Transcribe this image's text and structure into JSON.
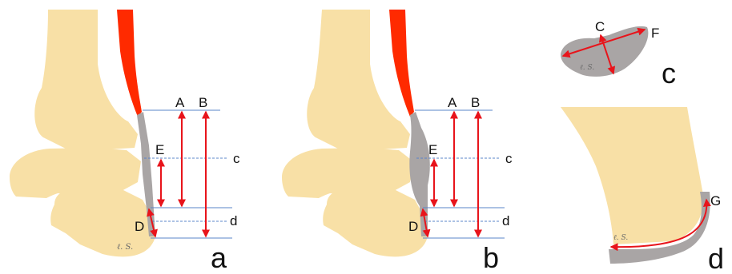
{
  "colors": {
    "bone": "#f8e0a6",
    "muscle": "#ff2a00",
    "tendon": "#a9a5a5",
    "arrow": "#e8141b",
    "level_line": "#5a84c9",
    "background": "#ffffff"
  },
  "panel_a": {
    "panel_label": "a",
    "labels": {
      "A": "A",
      "B": "B",
      "E": "E",
      "D": "D",
      "c": "c",
      "d": "d"
    },
    "initials": "ℓ. S."
  },
  "panel_b": {
    "panel_label": "b",
    "labels": {
      "A": "A",
      "B": "B",
      "E": "E",
      "D": "D",
      "c": "c",
      "d": "d"
    }
  },
  "panel_c": {
    "panel_label": "c",
    "labels": {
      "C": "C",
      "F": "F"
    },
    "initials": "ℓ. S."
  },
  "panel_d": {
    "panel_label": "d",
    "labels": {
      "G": "G"
    },
    "initials": "ℓ. S."
  }
}
